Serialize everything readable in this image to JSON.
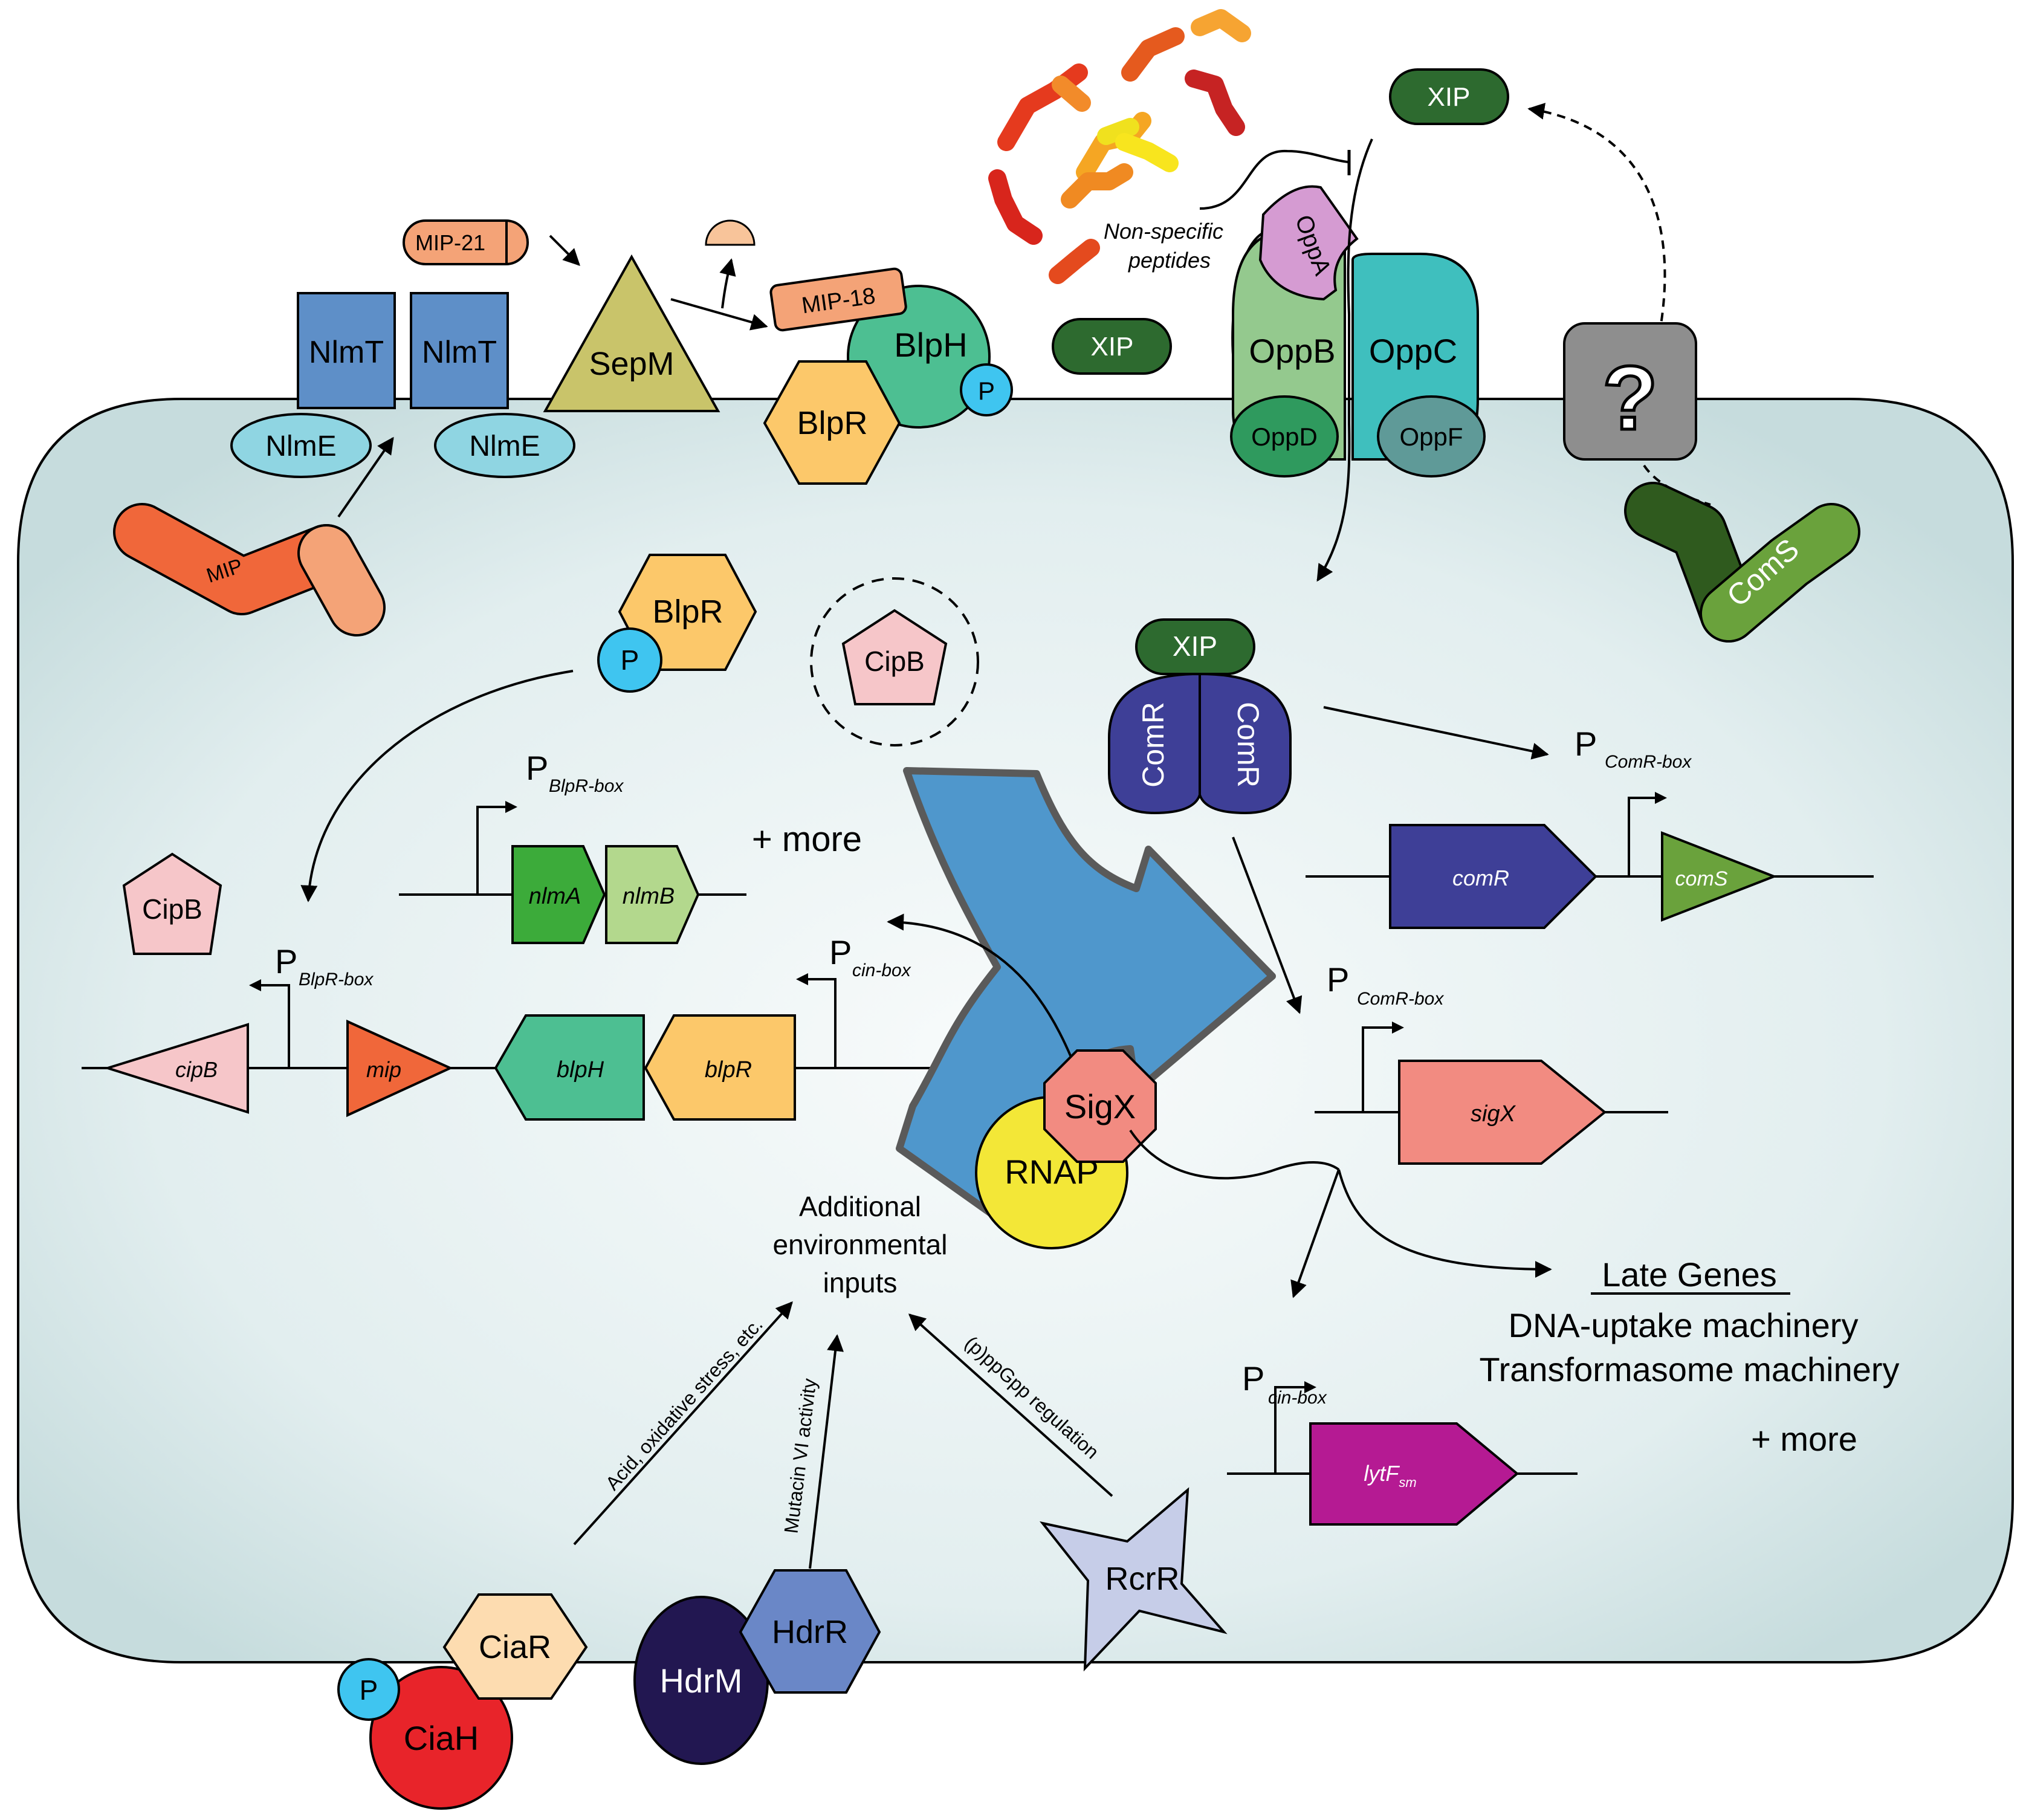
{
  "colors": {
    "cell_fill_center": "#f7fafa",
    "cell_fill_edge": "#c9dedf",
    "nlmt": "#5e8fc8",
    "nlme": "#8fd5e2",
    "mip": "#f0673a",
    "mip_light": "#f4a377",
    "sepm": "#c9c46a",
    "blph": "#4dbf92",
    "blpr": "#fcc86a",
    "phospho": "#3fc5f0",
    "xip": "#2d6a2f",
    "oppA": "#d59bd2",
    "oppB": "#94c98e",
    "oppC": "#3fbfbe",
    "oppD": "#2f9a5e",
    "oppF": "#5f9a98",
    "comr": "#3e3f97",
    "coms": "#6aa23c",
    "coms_dark": "#2f5a1e",
    "cipb": "#f6c6c9",
    "sigx": "#f28b81",
    "rnap": "#f3e737",
    "big_arrow": "#4f97cc",
    "lytf": "#b51a93",
    "nlma": "#3cab3a",
    "nlmb": "#b3d88d",
    "ciar": "#fddcb0",
    "ciah": "#e8242a",
    "hdrm": "#221751",
    "hdrr": "#6a87c7",
    "rcrr": "#c6cde8",
    "unknown": "#8e8e8e"
  },
  "proteins": {
    "nlmt_1": "NlmT",
    "nlmt_2": "NlmT",
    "nlme_1": "NlmE",
    "nlme_2": "NlmE",
    "mip_21": "MIP-21",
    "mip_18": "MIP-18",
    "mip": "MIP",
    "sepm": "SepM",
    "blph": "BlpH",
    "blpr_membrane": "BlpR",
    "blpr_cytoplasm": "BlpR",
    "phospho_blph": "P",
    "phospho_blpr": "P",
    "phospho_ciah": "P",
    "xip_outside": "XIP",
    "xip_mid": "XIP",
    "xip_comr": "XIP",
    "oppa": "OppA",
    "oppb": "OppB",
    "oppc": "OppC",
    "oppd": "OppD",
    "oppf": "OppF",
    "unknown_transporter": "?",
    "coms": "ComS",
    "comr_1": "ComR",
    "comr_2": "ComR",
    "cipb_circle": "CipB",
    "cipb_free": "CipB",
    "sigx": "SigX",
    "rnap": "RNAP",
    "ciar": "CiaR",
    "ciah": "CiaH",
    "hdrm": "HdrM",
    "hdrr": "HdrR",
    "rcrr": "RcrR"
  },
  "labels": {
    "nonspecific": "Non-specific",
    "peptides": "peptides",
    "plus_more_1": "+ more",
    "plus_more_2": "+ more",
    "env_line1": "Additional",
    "env_line2": "environmental",
    "env_line3": "inputs",
    "late_genes": "Late Genes",
    "dna_uptake": "DNA-uptake machinery",
    "transformasome": "Transformasome machinery",
    "arrow_acid": "Acid, oxidative stress, etc.",
    "arrow_mutacin": "Mutacin VI activity",
    "arrow_ppgpp": "(p)ppGpp regulation"
  },
  "promoters": {
    "p_letter": "P",
    "blpr_box": "BlpR-box",
    "cin_box": "cin-box",
    "comr_box": "ComR-box"
  },
  "genes": {
    "nlma": "nlmA",
    "nlmb": "nlmB",
    "cipb": "cipB",
    "mip": "mip",
    "blph": "blpH",
    "blpr": "blpR",
    "comr": "comR",
    "coms": "comS",
    "sigx": "sigX",
    "lytf": "lytF",
    "lytf_sub": "sm"
  }
}
